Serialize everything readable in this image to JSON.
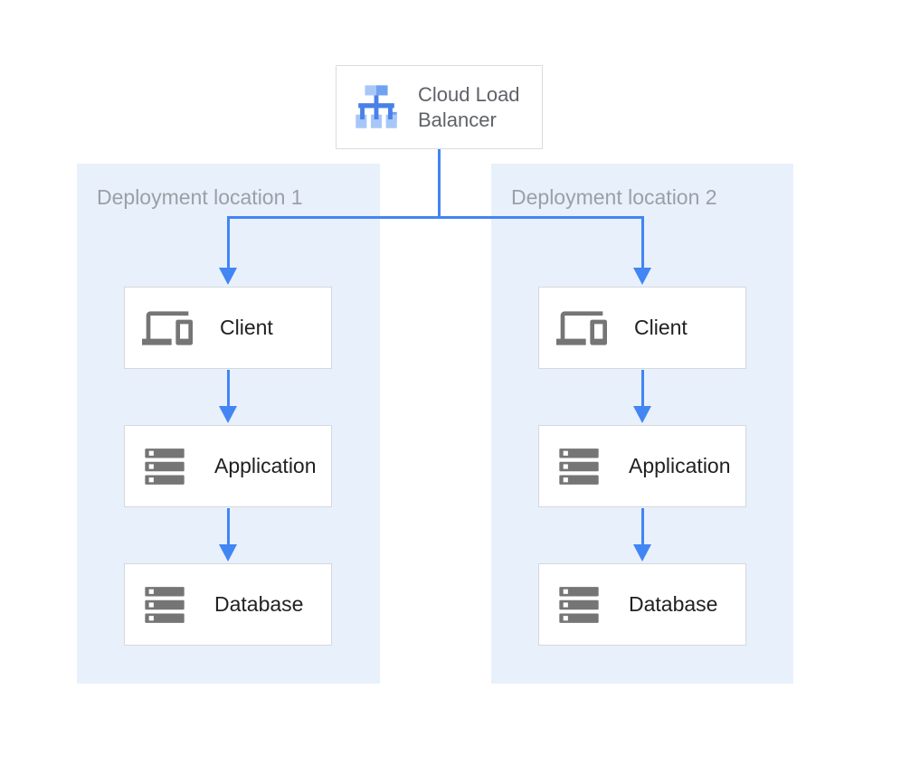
{
  "diagram": {
    "load_balancer": {
      "label": "Cloud Load Balancer",
      "icon": "load-balancer-icon"
    },
    "locations": [
      {
        "label": "Deployment location 1",
        "nodes": [
          {
            "label": "Client",
            "icon": "devices-icon"
          },
          {
            "label": "Application",
            "icon": "server-stack-icon"
          },
          {
            "label": "Database",
            "icon": "server-stack-icon"
          }
        ]
      },
      {
        "label": "Deployment location 2",
        "nodes": [
          {
            "label": "Client",
            "icon": "devices-icon"
          },
          {
            "label": "Application",
            "icon": "server-stack-icon"
          },
          {
            "label": "Database",
            "icon": "server-stack-icon"
          }
        ]
      }
    ],
    "colors": {
      "arrow_blue": "#4285F4",
      "panel_background": "#E8F0FB",
      "panel_label_gray": "#9AA0A6",
      "box_border_gray": "#DADCE0",
      "node_text": "#212121",
      "lb_text_gray": "#5F6368",
      "icon_gray": "#757575",
      "lb_icon_light_blue": "#A7C7F9",
      "lb_icon_mid_blue": "#71A1F1",
      "lb_icon_deep_blue": "#4A80E8"
    }
  }
}
